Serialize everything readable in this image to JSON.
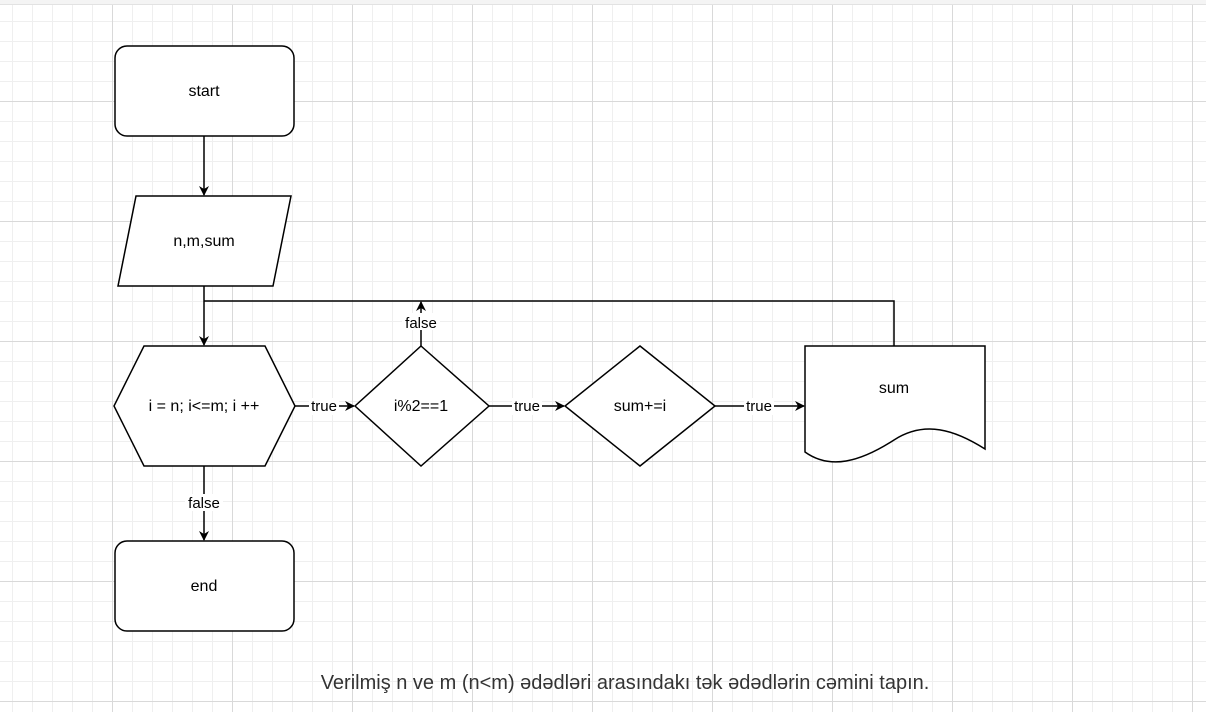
{
  "nodes": {
    "start": "start",
    "input": "n,m,sum",
    "loop": "i = n; i<=m; i ++",
    "condition": "i%2==1",
    "process": "sum+=i",
    "output": "sum",
    "end": "end"
  },
  "edges": {
    "loop_to_condition": "true",
    "condition_to_process": "true",
    "process_to_output": "true",
    "condition_false": "false",
    "loop_false": "false"
  },
  "caption": "Verilmiş n ve m (n<m) ədədləri arasındakı tək ədədlərin cəmini tapın."
}
